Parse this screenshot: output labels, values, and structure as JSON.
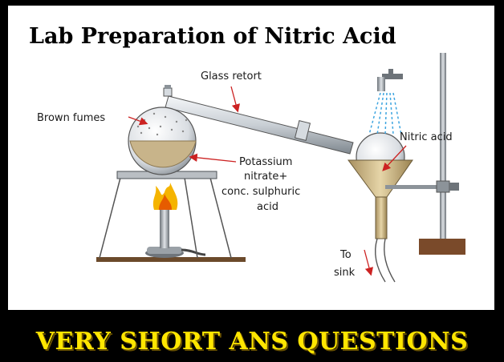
{
  "title": "Lab Preparation of Nitric Acid",
  "labels": {
    "glass_retort": "Glass retort",
    "brown_fumes": "Brown fumes",
    "potassium_line1": "Potassium",
    "potassium_line2": "nitrate+",
    "potassium_line3": "conc. sulphuric",
    "potassium_line4": "acid",
    "nitric_acid": "Nitric acid",
    "to_sink_line1": "To",
    "to_sink_line2": "sink"
  },
  "banner": "VERY SHORT ANS QUESTIONS",
  "colors": {
    "background": "#000000",
    "panel": "#ffffff",
    "banner_text": "#ffe600",
    "arrow": "#cc2222",
    "acid_liquid": "#1a1a5e",
    "mixture": "#c8b48a"
  }
}
